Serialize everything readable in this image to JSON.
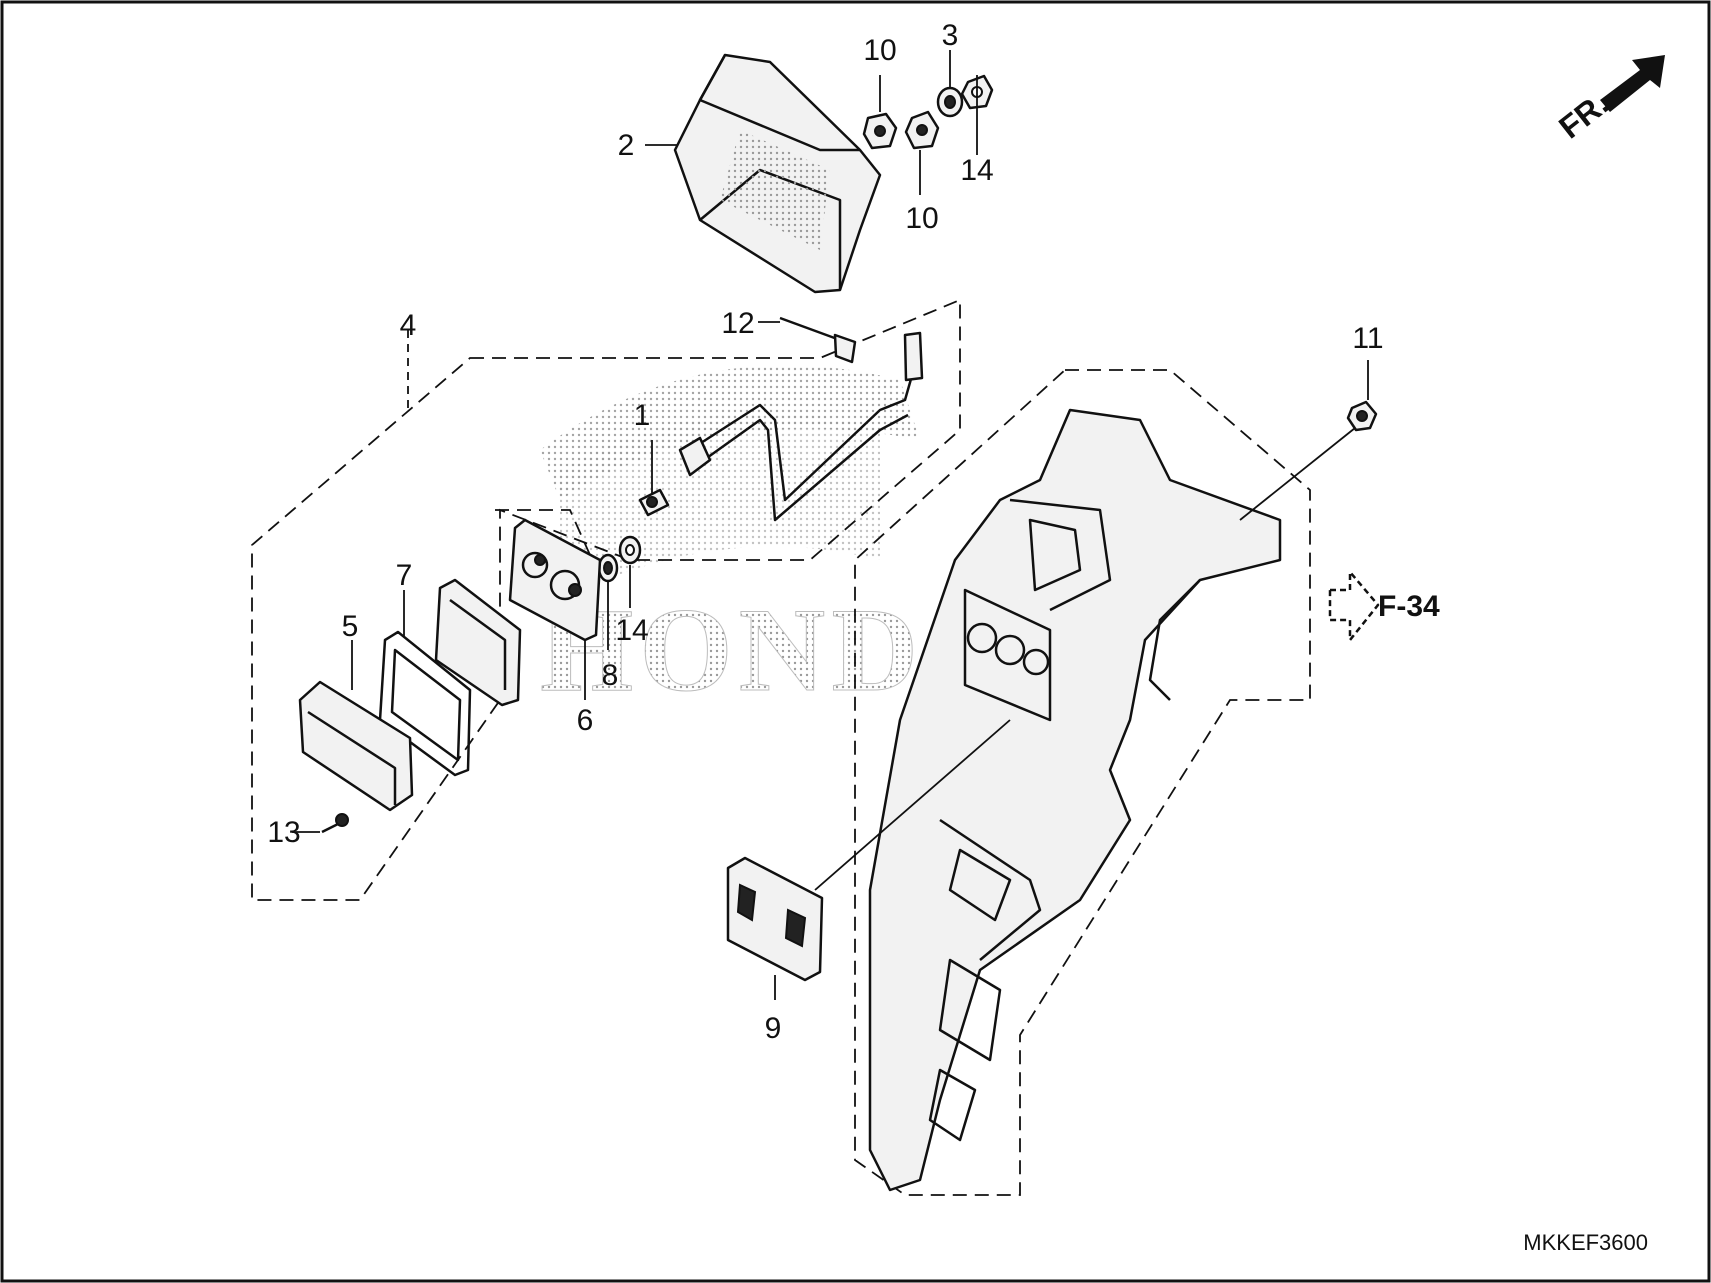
{
  "diagram": {
    "watermark": "HONDA",
    "direction_marker": "FR.",
    "reference": "F-34",
    "figure_code": "MKKEF3600",
    "callouts": [
      "1",
      "2",
      "3",
      "4",
      "5",
      "6",
      "7",
      "8",
      "9",
      "10",
      "10",
      "11",
      "12",
      "13",
      "14",
      "14"
    ]
  }
}
